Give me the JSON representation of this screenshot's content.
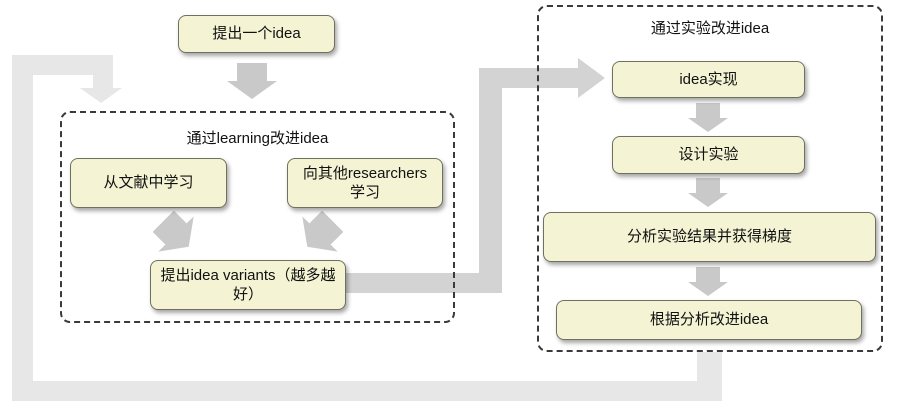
{
  "diagram": {
    "groups": {
      "learning": {
        "title": "通过learning改进idea"
      },
      "experiment": {
        "title": "通过实验改进idea"
      }
    },
    "nodes": {
      "propose_idea": {
        "label": "提出一个idea"
      },
      "learn_from_literature": {
        "label": "从文献中学习"
      },
      "learn_from_researchers": {
        "label": "向其他researchers学习"
      },
      "propose_variants": {
        "label": "提出idea variants（越多越好）"
      },
      "idea_implementation": {
        "label": "idea实现"
      },
      "design_experiments": {
        "label": "设计实验"
      },
      "analyze_results": {
        "label": "分析实验结果并获得梯度"
      },
      "improve_by_analysis": {
        "label": "根据分析改进idea"
      }
    },
    "colors": {
      "node_fill": "#f4f4d5",
      "node_border": "#70705e",
      "node_text": "#111111",
      "group_dash": "#3a3a3a",
      "feedback_loop_arrow": "#e7e7e7",
      "variants_connector_arrow": "#d3d3d3",
      "step_arrow": "#c9c9c9",
      "background": "#ffffff"
    }
  }
}
